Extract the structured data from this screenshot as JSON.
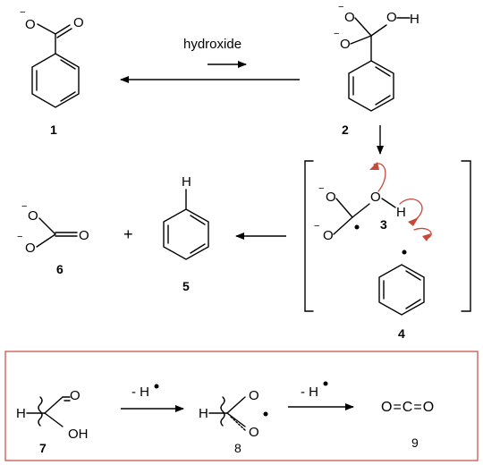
{
  "reagent_top": "hydroxide",
  "compounds": {
    "c1": {
      "number": "1"
    },
    "c2": {
      "number": "2"
    },
    "c3": {
      "number": "3"
    },
    "c4": {
      "number": "4"
    },
    "c5": {
      "number": "5"
    },
    "c6": {
      "number": "6"
    },
    "c7": {
      "number": "7"
    },
    "c8": {
      "number": "8"
    },
    "c9": {
      "number": "9"
    }
  },
  "atoms": {
    "O": "O",
    "H": "H",
    "OH": "OH",
    "minus": "−",
    "plus": "+",
    "co2": "O=C=O"
  },
  "box": {
    "step1_label": "- H",
    "step2_label": "- H"
  },
  "colors": {
    "curved_arrows": "#c8483a",
    "box_border": "#c8483a"
  }
}
